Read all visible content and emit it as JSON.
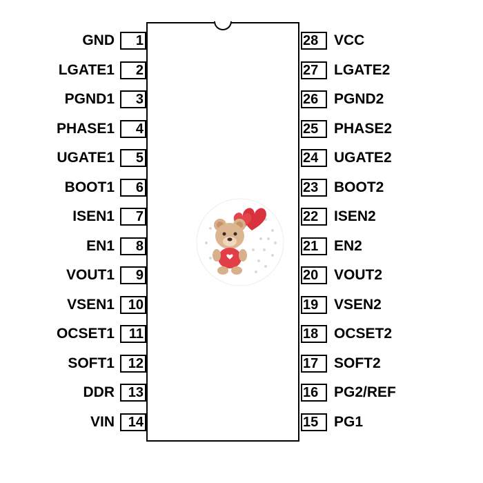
{
  "left_pins": [
    {
      "number": "1",
      "name": "GND"
    },
    {
      "number": "2",
      "name": "LGATE1"
    },
    {
      "number": "3",
      "name": "PGND1"
    },
    {
      "number": "4",
      "name": "PHASE1"
    },
    {
      "number": "5",
      "name": "UGATE1"
    },
    {
      "number": "6",
      "name": "BOOT1"
    },
    {
      "number": "7",
      "name": "ISEN1"
    },
    {
      "number": "8",
      "name": "EN1"
    },
    {
      "number": "9",
      "name": "VOUT1"
    },
    {
      "number": "10",
      "name": "VSEN1"
    },
    {
      "number": "11",
      "name": "OCSET1"
    },
    {
      "number": "12",
      "name": "SOFT1"
    },
    {
      "number": "13",
      "name": "DDR"
    },
    {
      "number": "14",
      "name": "VIN"
    }
  ],
  "right_pins": [
    {
      "number": "28",
      "name": "VCC"
    },
    {
      "number": "27",
      "name": "LGATE2"
    },
    {
      "number": "26",
      "name": "PGND2"
    },
    {
      "number": "25",
      "name": "PHASE2"
    },
    {
      "number": "24",
      "name": "UGATE2"
    },
    {
      "number": "23",
      "name": "BOOT2"
    },
    {
      "number": "22",
      "name": "ISEN2"
    },
    {
      "number": "21",
      "name": "EN2"
    },
    {
      "number": "20",
      "name": "VOUT2"
    },
    {
      "number": "19",
      "name": "VSEN2"
    },
    {
      "number": "18",
      "name": "OCSET2"
    },
    {
      "number": "17",
      "name": "SOFT2"
    },
    {
      "number": "16",
      "name": "PG2/REF"
    },
    {
      "number": "15",
      "name": "PG1"
    }
  ],
  "logo": {
    "icon": "teddy-bear-heart-icon"
  }
}
